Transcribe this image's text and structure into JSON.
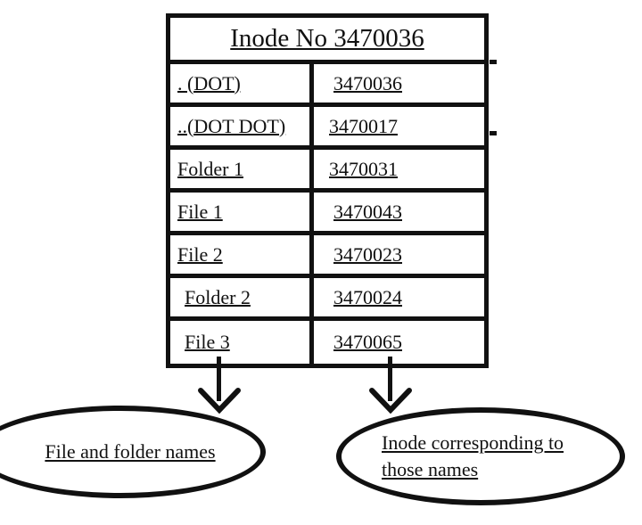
{
  "diagram": {
    "table": {
      "title": "Inode No 3470036",
      "rows": [
        {
          "name": ". (DOT)",
          "inode": "3470036"
        },
        {
          "name": "..(DOT DOT)",
          "inode": "3470017"
        },
        {
          "name": "Folder 1",
          "inode": "3470031"
        },
        {
          "name": "File 1",
          "inode": "3470043"
        },
        {
          "name": "File 2",
          "inode": "3470023"
        },
        {
          "name": "Folder 2",
          "inode": "3470024"
        },
        {
          "name": "File 3",
          "inode": "3470065"
        }
      ]
    },
    "callouts": {
      "left": "File and folder names",
      "right_line1": "Inode corresponding to",
      "right_line2": "those names"
    },
    "colors": {
      "ink": "#111111",
      "background": "#ffffff"
    }
  }
}
